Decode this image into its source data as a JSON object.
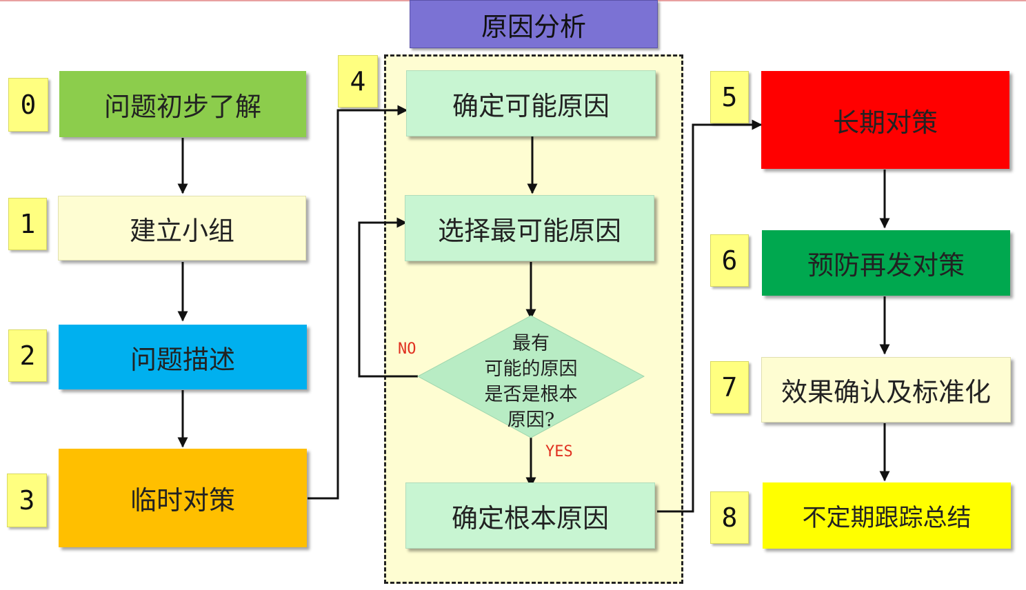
{
  "header": {
    "title": "原因分析"
  },
  "left_column": [
    {
      "num": "0",
      "label": "问题初步了解",
      "color": "#8ccd4c"
    },
    {
      "num": "1",
      "label": "建立小组",
      "color": "#fefdd2"
    },
    {
      "num": "2",
      "label": "问题描述",
      "color": "#00b0ef"
    },
    {
      "num": "3",
      "label": "临时对策",
      "color": "#ffbf00"
    }
  ],
  "middle_column": {
    "num": "4",
    "step1": "确定可能原因",
    "step2": "选择最可能原因",
    "decision_lines": [
      "最有",
      "可能的原因",
      "是否是根本",
      "原因?"
    ],
    "no_label": "NO",
    "yes_label": "YES",
    "step3": "确定根本原因",
    "box_color": "#c8f5d2",
    "decision_color": "#b8ecc4"
  },
  "right_column": [
    {
      "num": "5",
      "label": "长期对策",
      "color": "#ff0000"
    },
    {
      "num": "6",
      "label": "预防再发对策",
      "color": "#00a84f"
    },
    {
      "num": "7",
      "label": "效果确认及标准化",
      "color": "#fefdd2"
    },
    {
      "num": "8",
      "label": "不定期跟踪总结",
      "color": "#ffff00"
    }
  ]
}
